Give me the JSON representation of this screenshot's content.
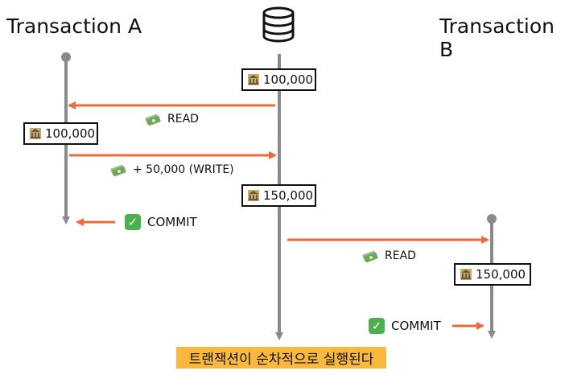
{
  "titles": {
    "transaction_a": "Transaction A",
    "transaction_b": "Transaction B"
  },
  "database": {
    "icon": "database-icon"
  },
  "balances": [
    {
      "value": "100,000",
      "icon": "bank-icon"
    },
    {
      "value": "100,000",
      "icon": "bank-icon"
    },
    {
      "value": "150,000",
      "icon": "bank-icon"
    },
    {
      "value": "150,000",
      "icon": "bank-icon"
    }
  ],
  "operations": [
    {
      "text": "READ",
      "icon": "money-icon"
    },
    {
      "text": "+ 50,000 (WRITE)",
      "icon": "money-icon"
    },
    {
      "text": "READ",
      "icon": "money-icon"
    }
  ],
  "commits": [
    {
      "text": "COMMIT",
      "icon": "check-icon"
    },
    {
      "text": "COMMIT",
      "icon": "check-icon"
    }
  ],
  "caption": "트랜잭션이 순차적으로 실행된다",
  "colors": {
    "timeline": "#8a8a8a",
    "arrow": "#ee6a3a",
    "caption_bg": "#f9b840",
    "check_bg": "#4caf50"
  }
}
